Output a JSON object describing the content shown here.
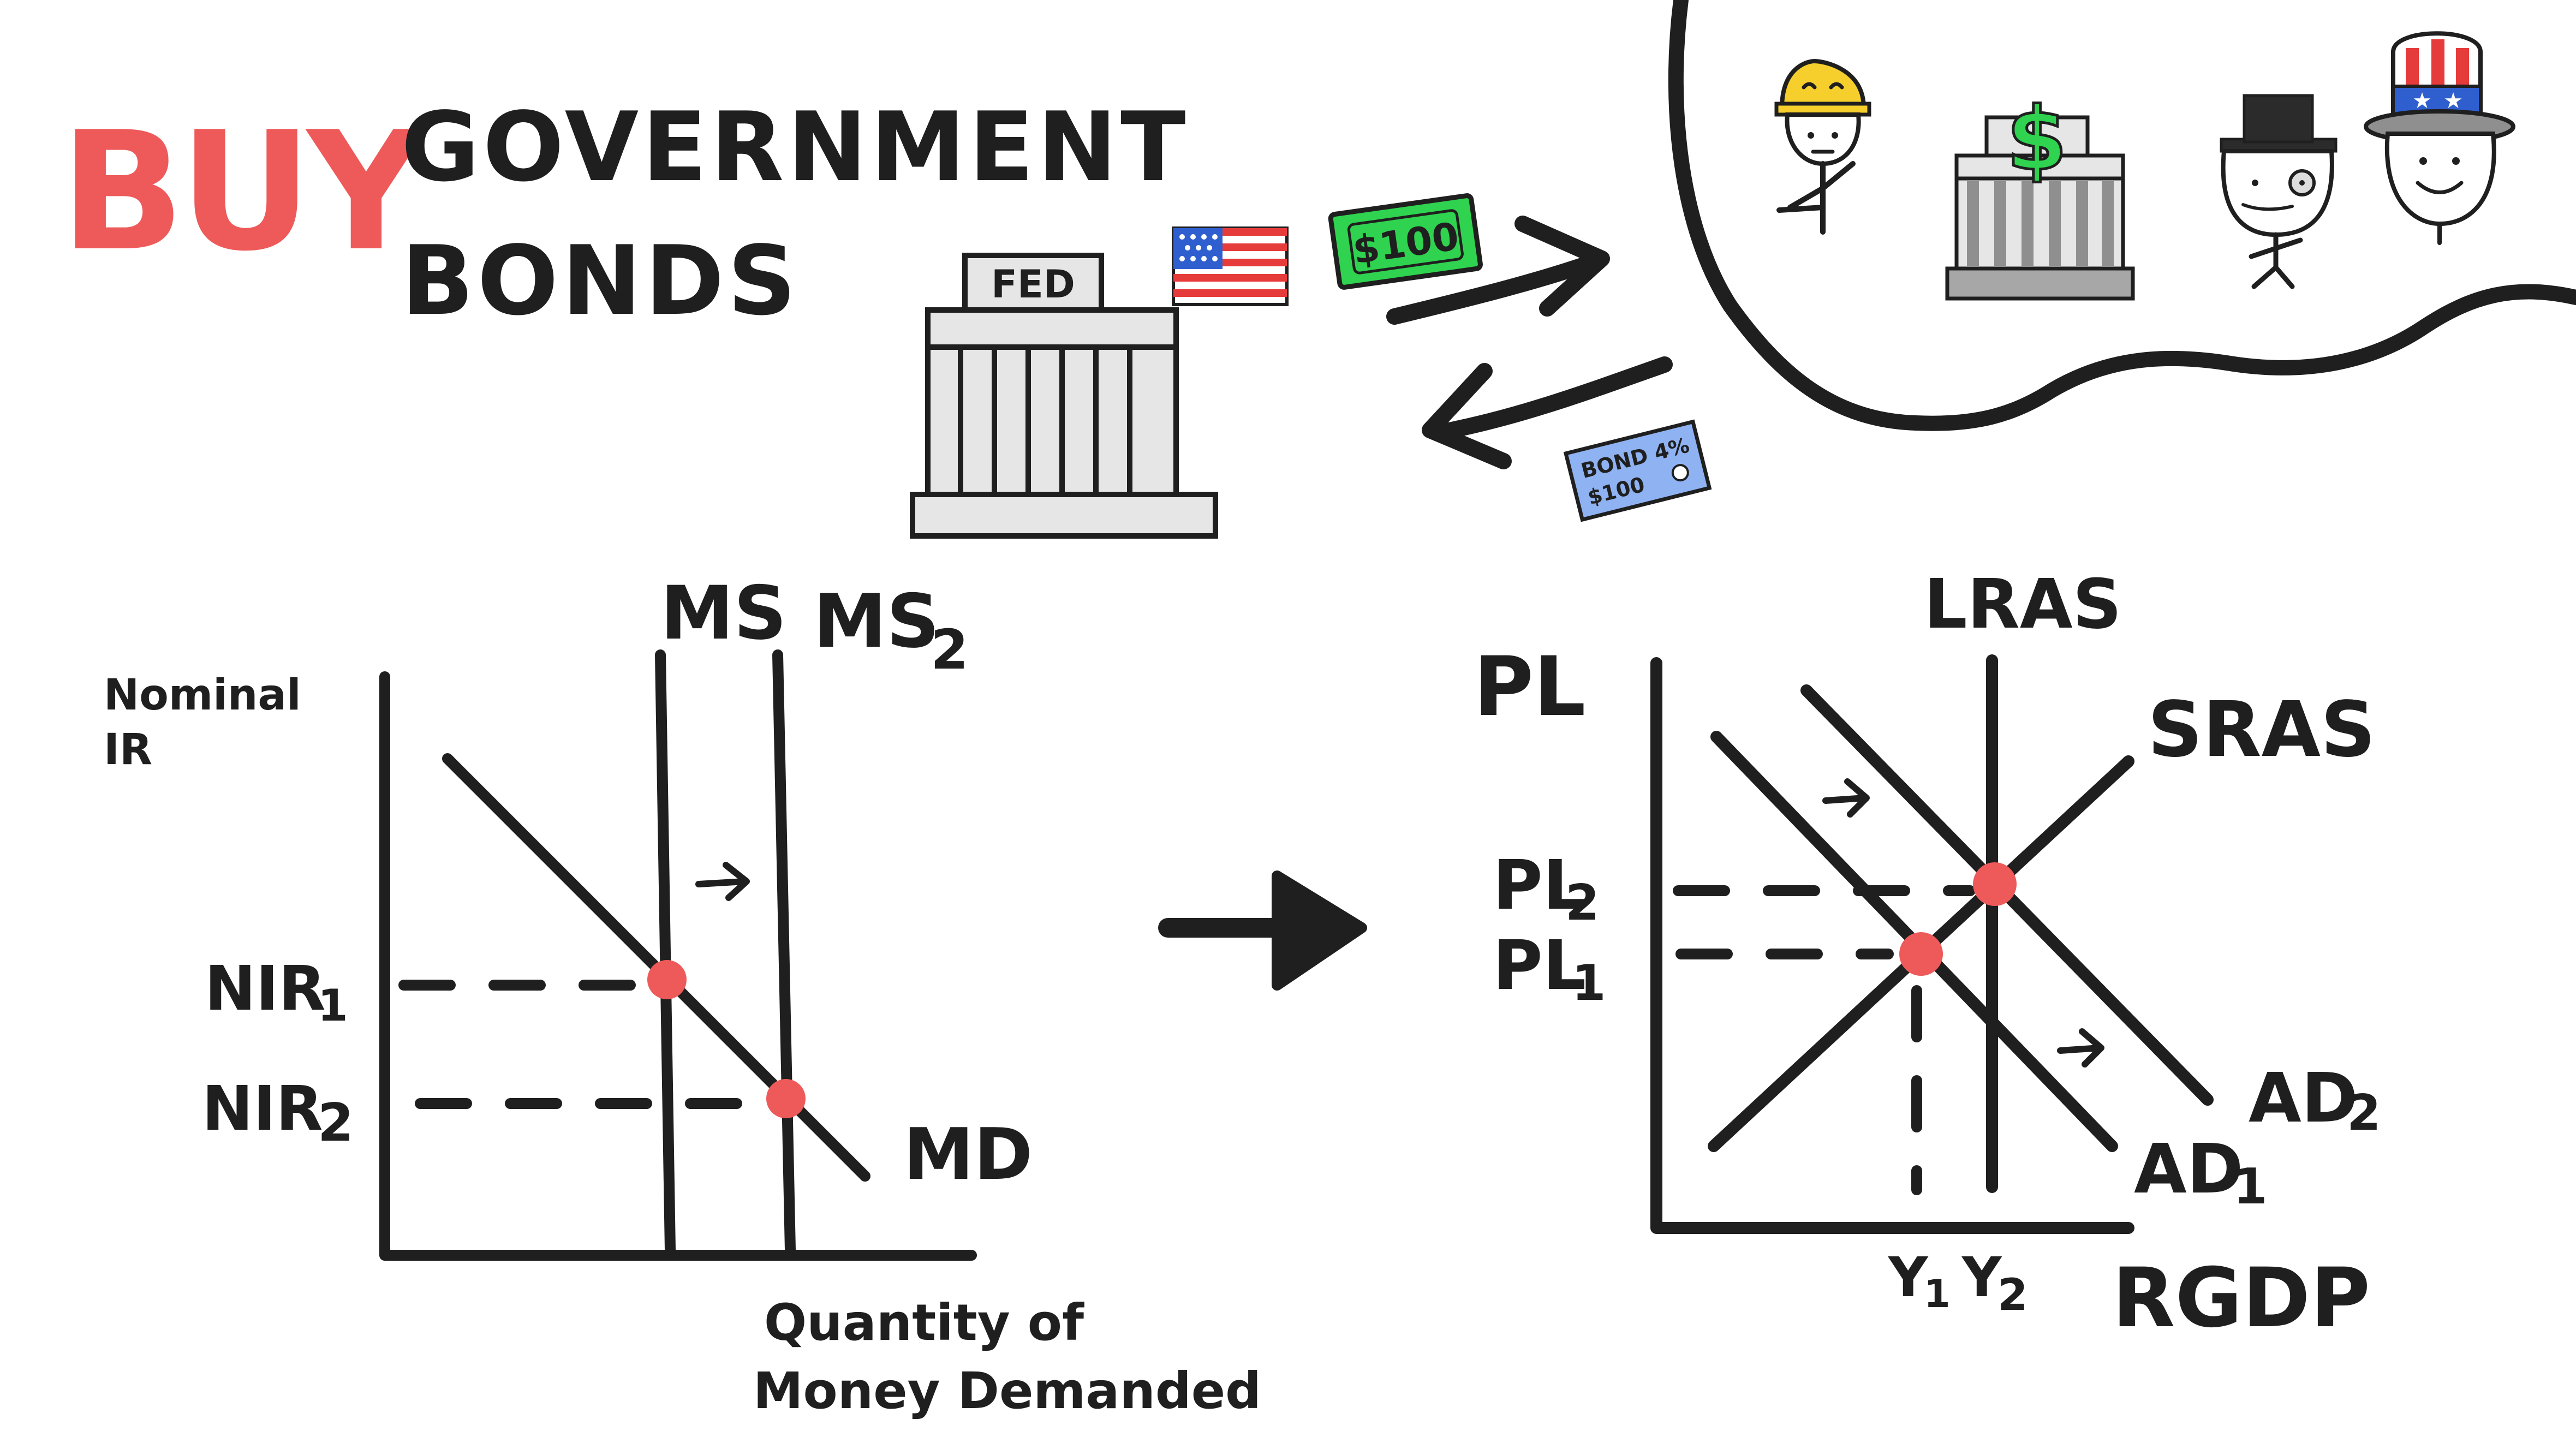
{
  "title": {
    "word1": "BUY",
    "word2": "GOVERNMENT",
    "word3": "BONDS"
  },
  "colors": {
    "ink": "#1f1f1f",
    "accent": "#ee5a5a",
    "cash": "#2fd34f",
    "bond": "#8fb2f2",
    "building": "#e6e6e6",
    "building_shade": "#a7a7a7",
    "helmet": "#f6cf2c",
    "hat_blue": "#2f5fcf"
  },
  "fed": {
    "label": "FED"
  },
  "cash_note": {
    "label": "$100"
  },
  "bond_note": {
    "line1": "BOND 4%",
    "line2": "$100"
  },
  "bank": {
    "symbol": "$"
  },
  "money_market": {
    "y_label_line1": "Nominal",
    "y_label_line2": "IR",
    "x_label_line1": "Quantity of",
    "x_label_line2": "Money Demanded",
    "ms_label": "MS",
    "ms2_label": "MS",
    "ms2_sub": "2",
    "md_label": "MD",
    "nir1_label": "NIR",
    "nir1_sub": "1",
    "nir2_label": "NIR",
    "nir2_sub": "2"
  },
  "ad_as": {
    "y_label": "PL",
    "x_label": "RGDP",
    "lras_label": "LRAS",
    "sras_label": "SRAS",
    "ad1_label": "AD",
    "ad1_sub": "1",
    "ad2_label": "AD",
    "ad2_sub": "2",
    "pl1_label": "PL",
    "pl1_sub": "1",
    "pl2_label": "PL",
    "pl2_sub": "2",
    "y1_label": "Y",
    "y1_sub": "1",
    "y2_label": "Y",
    "y2_sub": "2"
  }
}
